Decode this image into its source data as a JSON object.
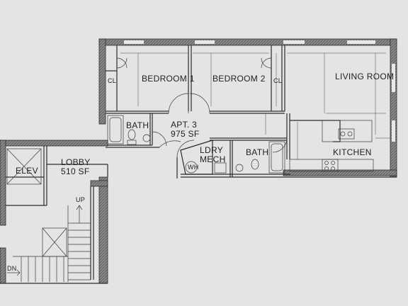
{
  "rooms": {
    "bedroom1": "BEDROOM 1",
    "bedroom2": "BEDROOM 2",
    "living": "LIVING ROOM",
    "bath1": "BATH",
    "bath2": "BATH",
    "kitchen": "KITCHEN",
    "laundry1": "LDRY",
    "laundry2": "MECH",
    "closet1": "CL",
    "closet2": "CL",
    "elevator": "ELEV",
    "lobby": "LOBBY",
    "lobby_area": "510 SF",
    "apt": "APT. 3",
    "apt_area": "975 SF",
    "wh": "WH",
    "up": "UP",
    "dn": "DN"
  }
}
